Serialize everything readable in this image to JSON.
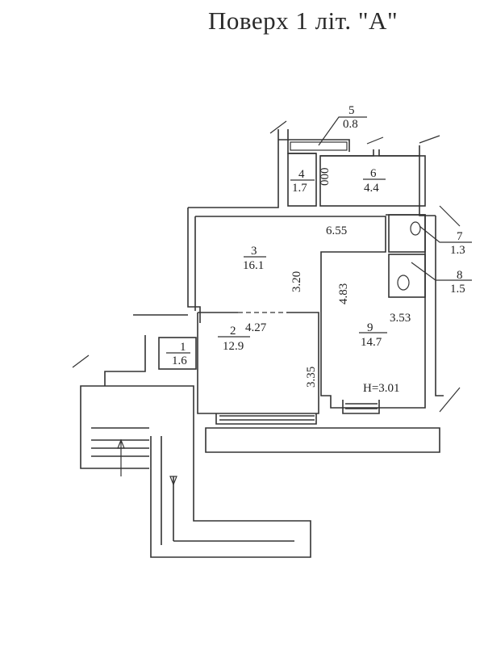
{
  "title": "Поверх 1 літ. \"А\"",
  "rooms": [
    {
      "num": "1",
      "area": "1.6"
    },
    {
      "num": "2",
      "area": "12.9"
    },
    {
      "num": "3",
      "area": "16.1"
    },
    {
      "num": "4",
      "area": "1.7"
    },
    {
      "num": "5",
      "area": "0.8"
    },
    {
      "num": "6",
      "area": "4.4"
    },
    {
      "num": "7",
      "area": "1.3"
    },
    {
      "num": "8",
      "area": "1.5"
    },
    {
      "num": "9",
      "area": "14.7"
    }
  ],
  "dimensions": {
    "d655": "6.55",
    "d320": "3.20",
    "d483": "4.83",
    "d353": "3.53",
    "d427": "4.27",
    "d335": "3.35",
    "d000": "000"
  },
  "height_label": "H=3.01"
}
